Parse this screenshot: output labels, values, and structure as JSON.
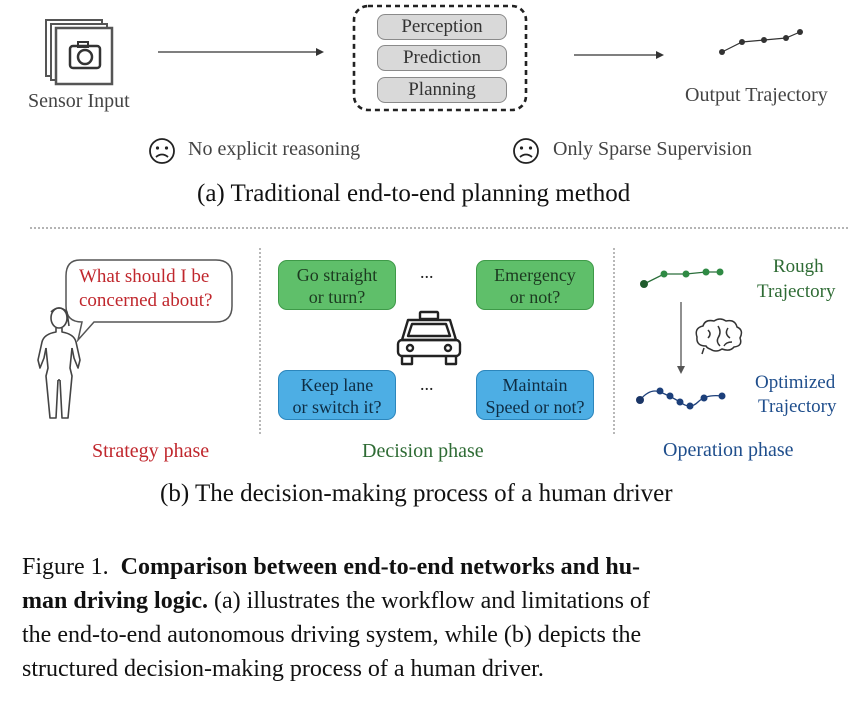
{
  "part_a": {
    "sensor_label": "Sensor Input",
    "modules": [
      "Perception",
      "Prediction",
      "Planning"
    ],
    "output_label": "Output Trajectory",
    "limitation_1": "No explicit reasoning",
    "limitation_2": "Only Sparse Supervision",
    "subtitle": "(a) Traditional end-to-end planning method"
  },
  "part_b": {
    "speech": [
      "What should I be",
      "concerned about?"
    ],
    "decisions_top": [
      [
        "Go straight",
        "or turn?"
      ],
      [
        "Emergency",
        "or not?"
      ]
    ],
    "decisions_bottom": [
      [
        "Keep lane",
        "or switch it?"
      ],
      [
        "Maintain",
        "Speed or not?"
      ]
    ],
    "ellipsis": "...",
    "rough_label": [
      "Rough",
      "Trajectory"
    ],
    "optimized_label": [
      "Optimized",
      "Trajectory"
    ],
    "phases": [
      "Strategy phase",
      "Decision phase",
      "Operation phase"
    ],
    "subtitle": "(b) The decision-making process of a human driver"
  },
  "colors": {
    "strategy": "#c0272d",
    "decision": "#2e6b34",
    "operation": "#1f4e8c",
    "green_box": "#5fbf6a",
    "blue_box": "#4daee4",
    "pill": "#d9d9d9"
  },
  "caption": {
    "label": "Figure 1.",
    "bold": "Comparison between end-to-end networks and human driving logic.",
    "bold_line1": "Comparison between end-to-end networks and hu-",
    "bold_line2": "man driving logic.",
    "rest_line2": " (a) illustrates the workflow and limitations of",
    "rest_line3": "the end-to-end autonomous driving system, while (b) depicts the",
    "rest_line4": "structured decision-making process of a human driver."
  }
}
